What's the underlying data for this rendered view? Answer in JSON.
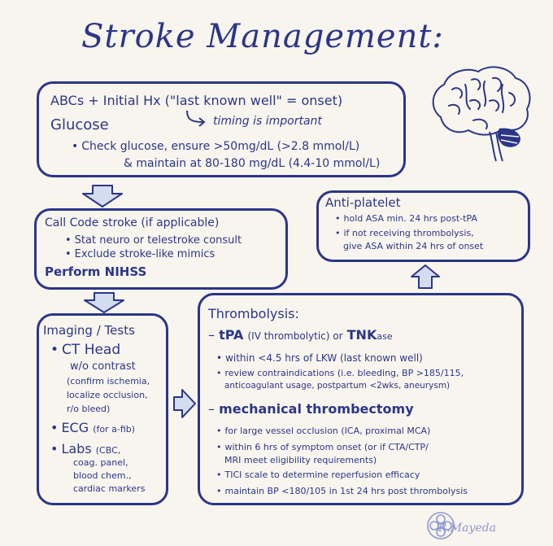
{
  "title": "Stroke Management:",
  "box1": {
    "line1": "ABCs + Initial Hx (\"last known well\" = onset)",
    "glucose": "Glucose",
    "timing_note": "timing is important",
    "check": "Check glucose, ensure >50mg/dL (>2.8 mmol/L)",
    "maintain": "& maintain at 80-180 mg/dL (4.4-10 mmol/L)"
  },
  "box2": {
    "call": "Call Code stroke (if applicable)",
    "stat": "Stat neuro or telestroke consult",
    "exclude": "Exclude stroke-like mimics",
    "perform": "Perform NIHSS"
  },
  "antiplatelet": {
    "title": "Anti-platelet",
    "hold": "hold ASA min. 24 hrs post-tPA",
    "if_not_1": "if not receiving thrombolysis,",
    "if_not_2": "give ASA within 24 hrs of onset"
  },
  "imaging": {
    "title": "Imaging / Tests",
    "ct_head": "CT Head",
    "wo_contrast": "w/o contrast",
    "confirm_1": "(confirm ischemia,",
    "confirm_2": "localize occlusion,",
    "confirm_3": "r/o bleed)",
    "ecg": "ECG",
    "ecg_note": "(for a-fib)",
    "labs": "Labs",
    "labs_1": "(CBC,",
    "labs_2": "coag. panel,",
    "labs_3": "blood chem.,",
    "labs_4": "cardiac markers"
  },
  "thrombolysis": {
    "title": "Thrombolysis:",
    "tpa_a": "tPA",
    "tpa_b": "(IV thrombolytic) or",
    "tnk": "TNK",
    "tnk_sub": "ase",
    "within": "within <4.5 hrs of LKW (last known well)",
    "review_1": "review contraindications (i.e. bleeding, BP >185/115,",
    "review_2": "anticoagulant usage, postpartum <2wks, aneurysm)",
    "mech": "mechanical thrombectomy",
    "large": "for large vessel occlusion (ICA, proximal MCA)",
    "within6_1": "within 6 hrs of symptom onset (or if CTA/CTP/",
    "within6_2": "MRI meet eligibility requirements)",
    "tici": "TICI scale to determine reperfusion efficacy",
    "maintain": "maintain BP <180/105 in 1st 24 hrs post thrombolysis"
  },
  "signature": "R.Mayeda",
  "colors": {
    "ink": "#2b3688",
    "arrow_fill": "#d3ddef",
    "background": "#f8f5ee",
    "signature": "#8e98cf"
  }
}
